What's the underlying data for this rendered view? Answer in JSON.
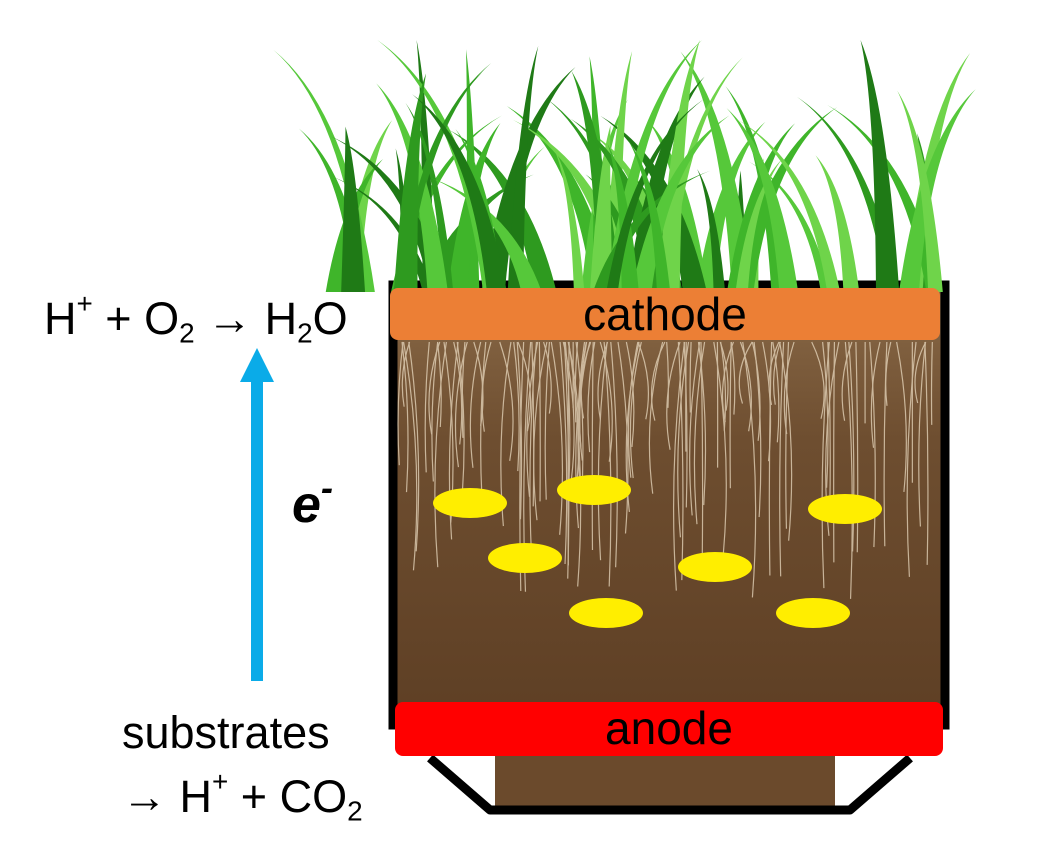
{
  "reactions": {
    "top": {
      "pre": "H",
      "sup1": "+",
      "mid": " + O",
      "sub1": "2",
      "arrow": " → H",
      "sub2": "2",
      "post": "O"
    },
    "bottom_line1": "substrates",
    "bottom_line2": {
      "pre": "→ H",
      "sup1": "+",
      "mid": " + CO",
      "sub1": "2"
    }
  },
  "electron": {
    "base": "e",
    "sup": "-"
  },
  "electrodes": {
    "cathode": "cathode",
    "anode": "anode"
  },
  "colors": {
    "arrow": "#0aabe8",
    "cathode": "#ec7f35",
    "anode": "#ff0000",
    "soil": "#6b4a2c",
    "bacteria": "#ffee00",
    "grass": "#3fb52a",
    "frame": "#000000"
  },
  "icons": {
    "plant": "grass-icon",
    "bacteria": "bacteria-icon",
    "flow": "arrow-up-icon"
  }
}
